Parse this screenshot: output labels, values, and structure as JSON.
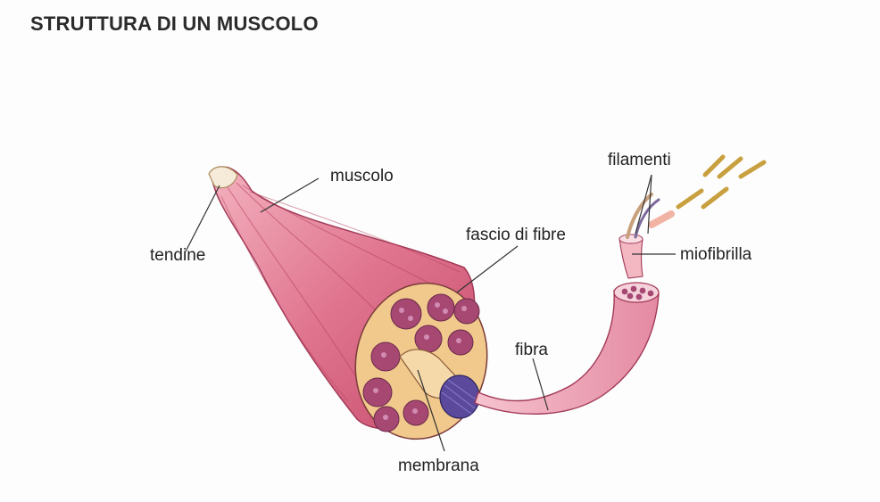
{
  "title": "STRUTTURA DI UN MUSCOLO",
  "labels": {
    "tendine": "tendine",
    "muscolo": "muscolo",
    "fascio": "fascio di fibre",
    "filamenti": "filamenti",
    "miofibrilla": "miofibrilla",
    "fibra": "fibra",
    "membrana": "membrana"
  },
  "colors": {
    "muscle": "#e0748f",
    "muscle_dark": "#b03a5a",
    "fascicle_fill": "#f1c98c",
    "fiber_core": "#8a3a78",
    "fibrils": "#5b4a9c"
  }
}
